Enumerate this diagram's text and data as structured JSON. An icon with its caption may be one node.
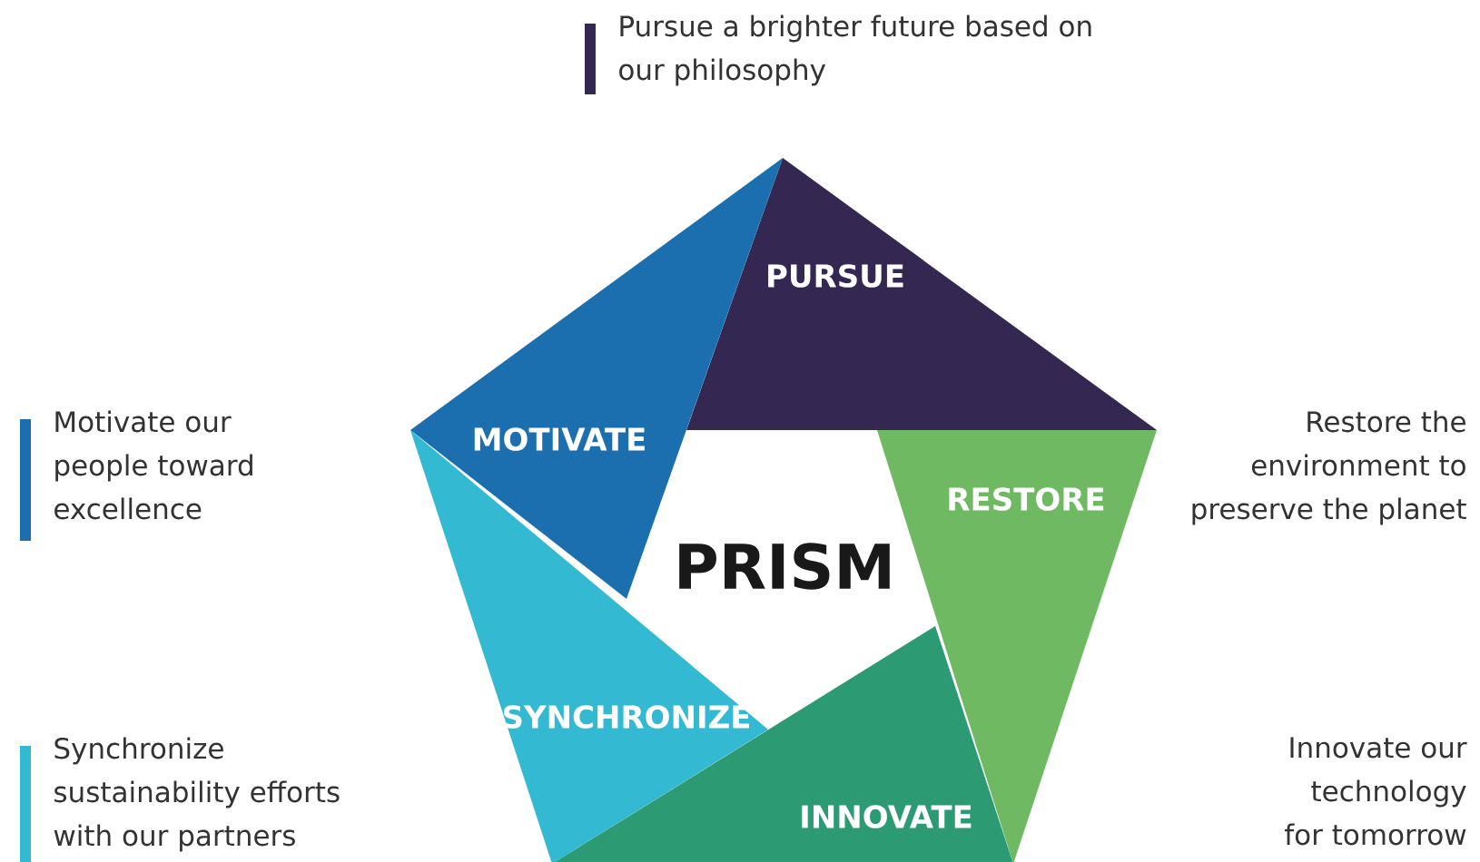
{
  "diagram": {
    "nodes": [
      {
        "text": [
          "PRISM"
        ]
      },
      {
        "text": [
          "PURSUE"
        ]
      },
      {
        "text": [
          "MOTIVATE"
        ]
      },
      {
        "text": [
          "RESTORE"
        ]
      },
      {
        "text": [
          "SYNCHRONIZE"
        ]
      },
      {
        "text": [
          "INNOVATE"
        ]
      }
    ],
    "labels": [
      "Pursue a brighter future based on our philosophy",
      "Motivate our people toward excellence",
      "Restore the environment to preserve the planet",
      "Synchronize sustainability efforts with our partners",
      "Innovate our technology for tomorrow"
    ]
  }
}
